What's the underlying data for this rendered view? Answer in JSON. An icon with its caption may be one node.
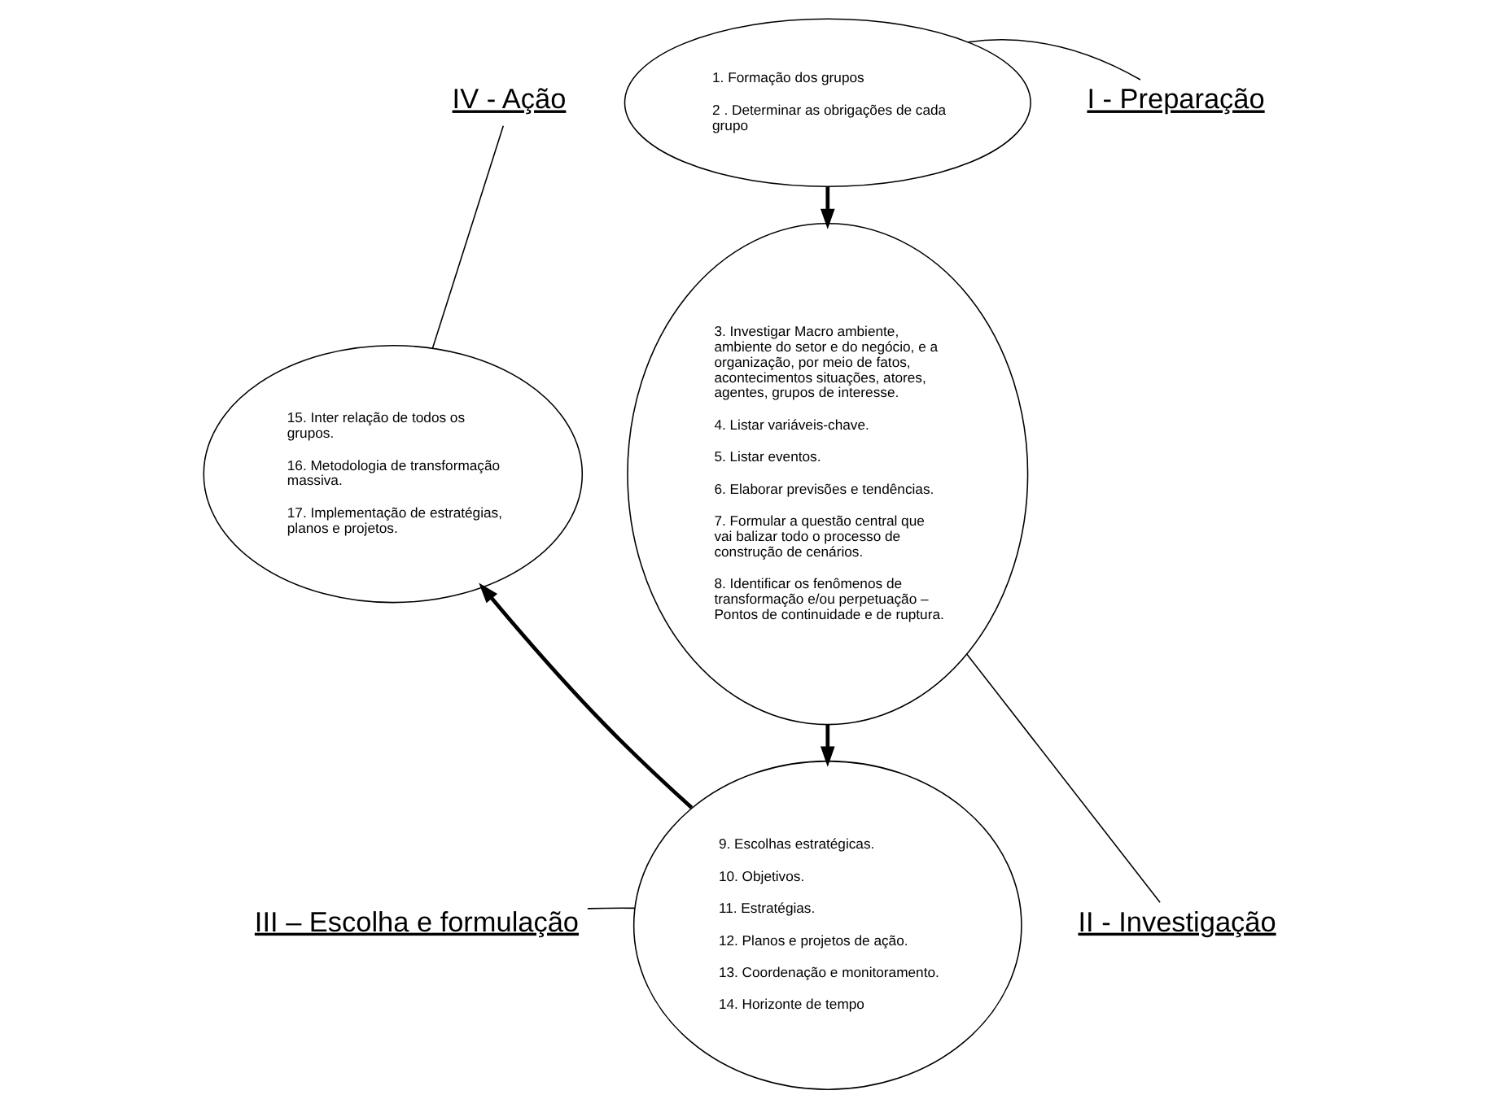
{
  "diagram": {
    "nodes": [
      {
        "text": [
          "I - Preparação"
        ]
      },
      {
        "text": [
          "1. Formação dos grupos",
          "2 . Determinar as obrigações de cada grupo"
        ]
      },
      {
        "text": [
          "3. Investigar Macro ambiente, ambiente do setor e do negócio, e a organização, por meio de fatos, acontecimentos situações, atores, agentes, grupos de interesse.",
          "4. Listar variáveis-chave.",
          "5. Listar eventos.",
          "6. Elaborar previsões e tendências.",
          "7. Formular a questão central que vai balizar todo o processo de construção de cenários.",
          "8. Identificar os fenômenos de transformação e/ou perpetuação – Pontos de continuidade e de ruptura."
        ]
      },
      {
        "text": [
          "II - Investigação"
        ]
      },
      {
        "text": [
          "9. Escolhas estratégicas.",
          "10. Objetivos.",
          "11. Estratégias.",
          "12. Planos e projetos de ação.",
          "13. Coordenação e monitoramento.",
          "14. Horizonte de tempo"
        ]
      },
      {
        "text": [
          "III – Escolha e formulação"
        ]
      },
      {
        "text": [
          "15. Inter relação de todos os grupos.",
          "16. Metodologia de transformação massiva.",
          "17. Implementação de estratégias, planos e projetos."
        ]
      },
      {
        "text": [
          "IV - Ação"
        ]
      }
    ],
    "edges": [
      {
        "from": 1,
        "to": 2,
        "arrow": "to",
        "style": "thick"
      },
      {
        "from": 2,
        "to": 4,
        "arrow": "to",
        "style": "thick"
      },
      {
        "from": 4,
        "to": 6,
        "arrow": "to",
        "style": "thick"
      },
      {
        "from": 0,
        "to": 1,
        "arrow": "none"
      },
      {
        "from": 3,
        "to": 2,
        "arrow": "none"
      },
      {
        "from": 5,
        "to": 4,
        "arrow": "none"
      },
      {
        "from": 7,
        "to": 6,
        "arrow": "none"
      }
    ]
  }
}
